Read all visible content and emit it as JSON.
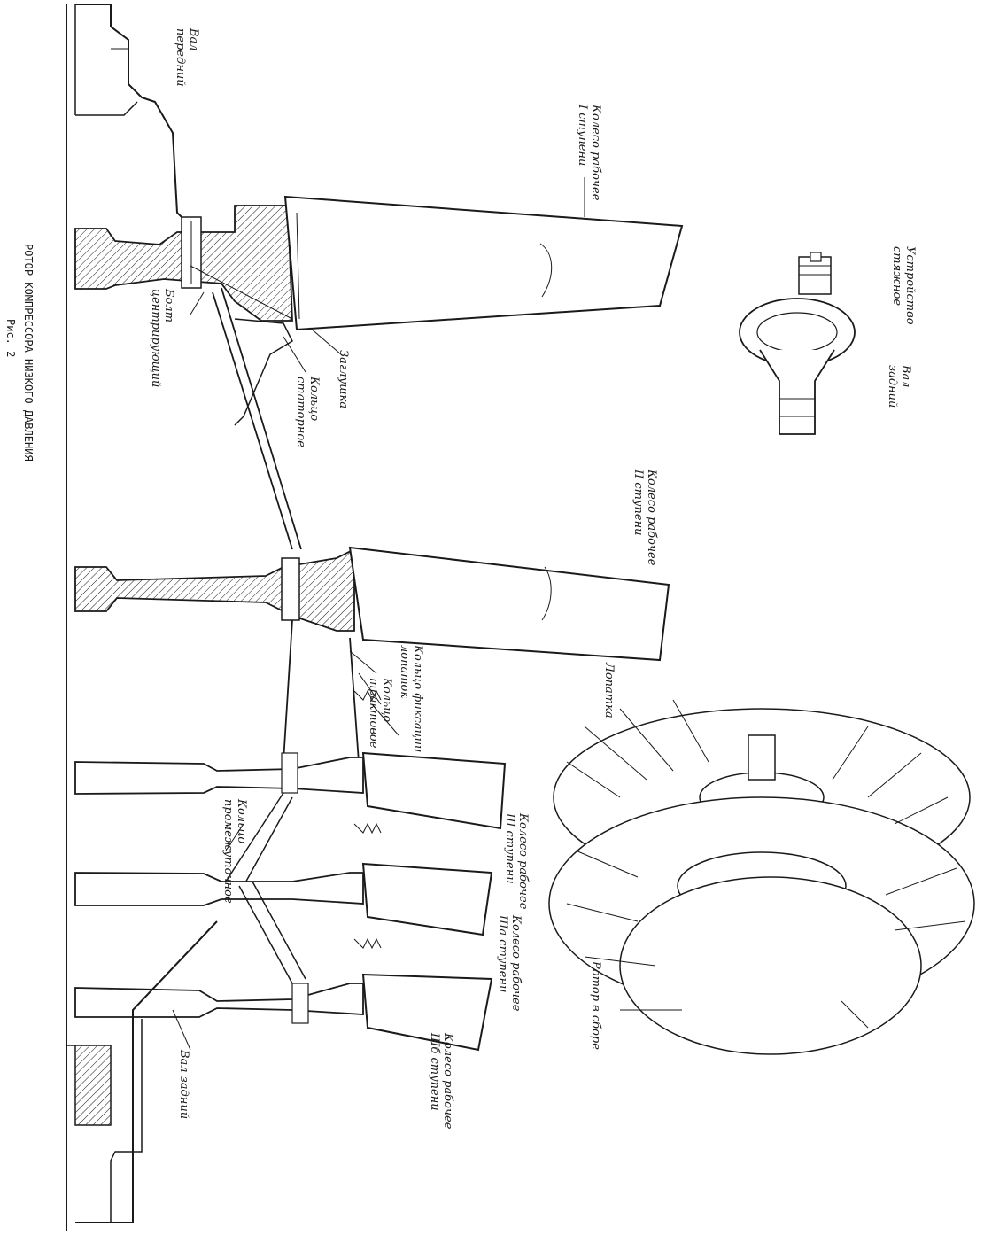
{
  "caption": {
    "title": "РОТОР КОМПРЕССОРА НИЗКОГО ДАВЛЕНИЯ",
    "figure": "Рис. 2"
  },
  "labels": {
    "front_shaft": "Вал\nпередний",
    "stage1_wheel": "Колесо рабочее\nI ступени",
    "centering_bolt": "Болт\nцентрирующий",
    "plug": "Заглушка",
    "stator_ring": "Кольцо\nстаторное",
    "tie_device": "Устройство\nстяжное",
    "rear_shaft_part": "Вал\nзадний",
    "stage2_wheel": "Колесо рабочее\nII ступени",
    "blade": "Лопатка",
    "blade_lock_ring": "Кольцо фиксации\nлопаток",
    "path_ring": "Кольцо\nтрактовое",
    "intermediate_ring": "Кольцо\nпромежуточное",
    "stage3_wheel": "Колесо рабочее\nIII ступени",
    "stage3a_wheel": "Колесо рабочее\nIIIа ступени",
    "stage3b_wheel": "Колесо рабочее\nIIIб ступени",
    "rear_shaft": "Вал задний",
    "assembled_rotor": "Ротор в сборе"
  },
  "colors": {
    "ink": "#1a1a1a",
    "paper": "#ffffff"
  }
}
